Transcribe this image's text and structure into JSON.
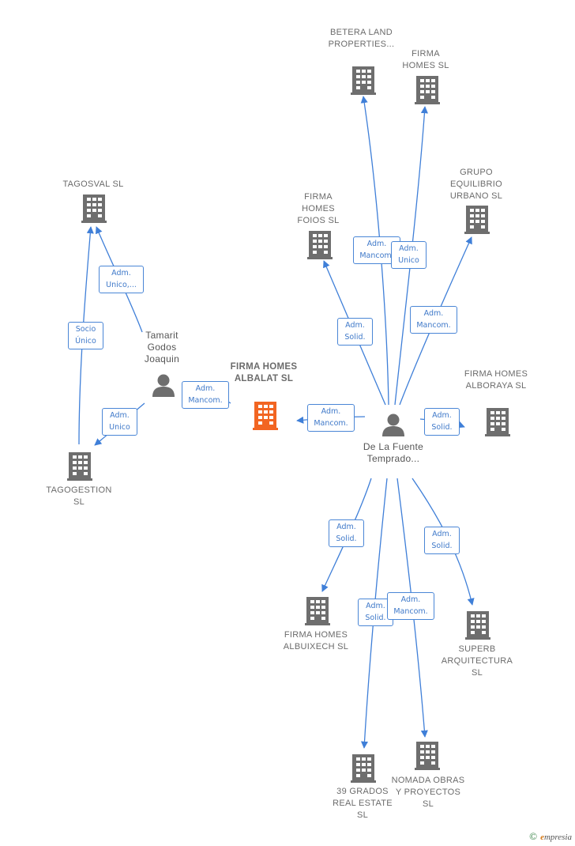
{
  "nodes": {
    "betera": "BETERA LAND PROPERTIES...",
    "firma_homes": "FIRMA HOMES SL",
    "tagosval": "TAGOSVAL SL",
    "foios": "FIRMA HOMES FOIOS SL",
    "grupo": "GRUPO EQUILIBRIO URBANO SL",
    "tamarit": "Tamarit Godos Joaquin",
    "albalat": "FIRMA HOMES ALBALAT SL",
    "alboraya": "FIRMA HOMES ALBORAYA SL",
    "tagogestion": "TAGOGESTION SL",
    "delafuente": "De La Fuente Temprado...",
    "albuixech": "FIRMA HOMES ALBUIXECH SL",
    "superb": "SUPERB ARQUITECTURA SL",
    "grados": "39 GRADOS REAL ESTATE SL",
    "nomada": "NOMADA OBRAS Y PROYECTOS SL"
  },
  "relations": {
    "r1": "Adm. Unico,...",
    "r2": "Socio Único",
    "r3": "Adm. Unico",
    "r4": "Adm. Mancom.",
    "r5": "Adm. Mancom.",
    "r6": "Adm. Mancom.",
    "r7": "Adm. Unico",
    "r8": "Adm. Solid.",
    "r9": "Adm. Mancom.",
    "r10": "Adm. Solid.",
    "r11": "Adm. Solid.",
    "r12": "Adm. Solid.",
    "r13": "Adm. Solid.",
    "r14": "Adm. Mancom."
  },
  "colors": {
    "edge": "#3f7fd8",
    "building": "#6e6e6e",
    "focus": "#f26522",
    "person": "#6e6e6e"
  },
  "watermark": {
    "symbol": "©",
    "brand_initial": "e",
    "brand_rest": "mpresia"
  }
}
